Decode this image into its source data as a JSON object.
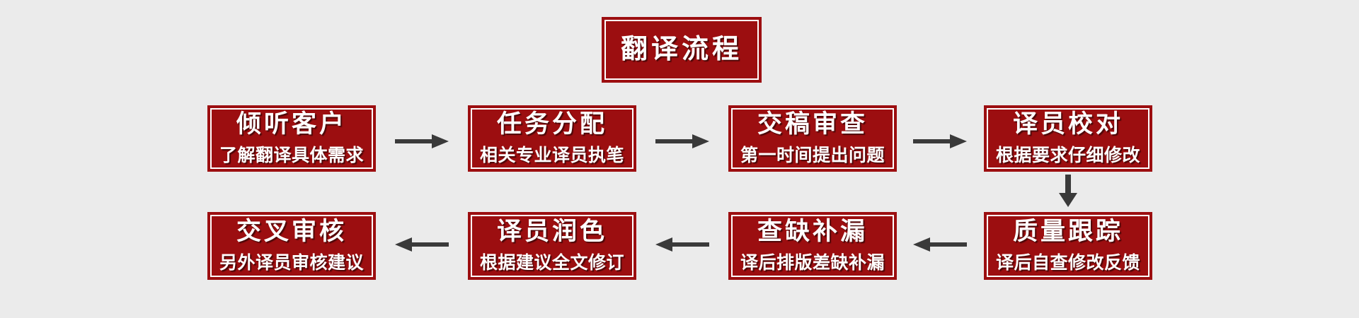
{
  "diagram": {
    "background_color": "#EBEBEB",
    "box_fill_color": "#9C0E10",
    "box_inner_border_color": "#FFFFFF",
    "box_text_color": "#FFFFFF",
    "arrow_color": "#3A3A3A",
    "title_box": {
      "label": "翻译流程"
    },
    "row1": {
      "flow_direction": "left-to-right",
      "boxes": [
        {
          "title": "倾听客户",
          "subtitle": "了解翻译具体需求"
        },
        {
          "title": "任务分配",
          "subtitle": "相关专业译员执笔"
        },
        {
          "title": "交稿审查",
          "subtitle": "第一时间提出问题"
        },
        {
          "title": "译员校对",
          "subtitle": "根据要求仔细修改"
        }
      ]
    },
    "row2": {
      "flow_direction": "right-to-left",
      "boxes": [
        {
          "title": "交叉审核",
          "subtitle": "另外译员审核建议"
        },
        {
          "title": "译员润色",
          "subtitle": "根据建议全文修订"
        },
        {
          "title": "查缺补漏",
          "subtitle": "译后排版差缺补漏"
        },
        {
          "title": "质量跟踪",
          "subtitle": "译后自查修改反馈"
        }
      ]
    }
  }
}
